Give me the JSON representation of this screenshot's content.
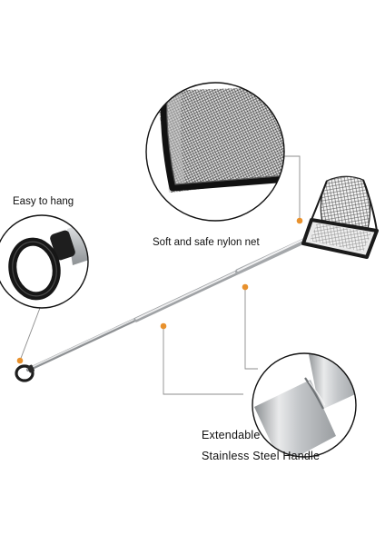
{
  "labels": {
    "easy_to_hang": "Easy to hang",
    "nylon_net": "Soft and safe nylon net",
    "extendable": "Extendable",
    "steel_handle": "Stainless Steel Handle"
  },
  "colors": {
    "callout_dot": "#e8912d",
    "callout_line": "#8c8c8c",
    "frame": "#1a1a1a",
    "steel": "#c7c9cc"
  },
  "icons": [
    "hang-ring-icon",
    "net-head-icon",
    "telescopic-handle-icon"
  ]
}
